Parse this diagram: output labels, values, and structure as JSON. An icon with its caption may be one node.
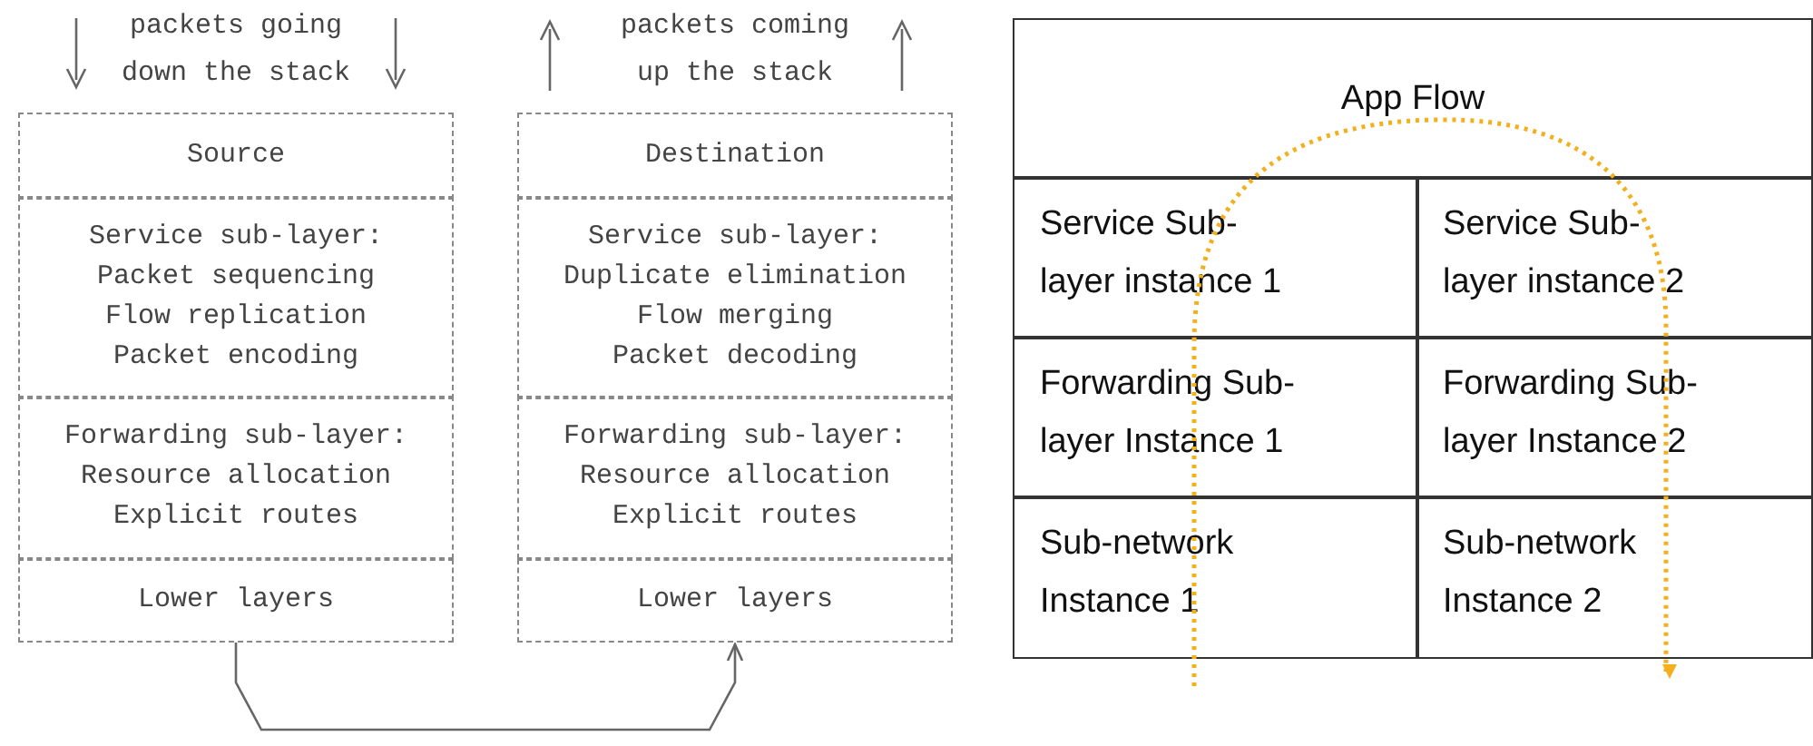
{
  "diagram": {
    "nodes": [
      {
        "text": [
          "Source"
        ]
      },
      {
        "text": [
          "Service sub-layer:",
          "Packet sequencing",
          "Flow replication",
          "Packet encoding"
        ]
      },
      {
        "text": [
          "Forwarding sub-layer:",
          "Resource allocation",
          "Explicit routes"
        ]
      },
      {
        "text": [
          "Lower layers"
        ]
      },
      {
        "text": [
          "Destination"
        ]
      },
      {
        "text": [
          "Service sub-layer:",
          "Duplicate elimination",
          "Flow merging",
          "Packet decoding"
        ]
      },
      {
        "text": [
          "Forwarding sub-layer:",
          "Resource allocation",
          "Explicit routes"
        ]
      },
      {
        "text": [
          "Lower layers"
        ]
      },
      {
        "text": [
          "App Flow"
        ]
      },
      {
        "text": [
          "Service Sub- layer instance 1"
        ]
      },
      {
        "text": [
          "Service Sub- layer instance 2"
        ]
      },
      {
        "text": [
          "Forwarding Sub- layer Instance 1"
        ]
      },
      {
        "text": [
          "Forwarding Sub- layer Instance 2"
        ]
      },
      {
        "text": [
          "Sub-network Instance 1"
        ]
      },
      {
        "text": [
          "Sub-network Instance 2"
        ]
      }
    ],
    "edges": [
      {
        "from": 3,
        "to": 7,
        "arrow": "to"
      }
    ],
    "labels": [
      "packets going down the stack",
      "packets coming up the stack"
    ]
  }
}
